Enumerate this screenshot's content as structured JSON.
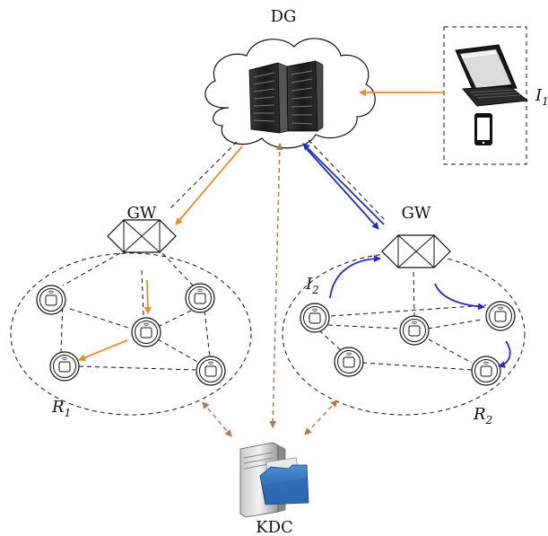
{
  "labels": {
    "dg": "DG",
    "gw_left": "GW",
    "gw_right": "GW",
    "kdc": "KDC",
    "i1_letter": "I",
    "i1_sub": "1",
    "i2_letter": "I",
    "i2_sub": "2",
    "r1_letter": "R",
    "r1_sub": "1",
    "r2_letter": "R",
    "r2_sub": "2"
  },
  "colors": {
    "orange": "#f28a1e",
    "blue": "#1f2bd6",
    "brown_dashed": "#b87a3e",
    "black": "#111111"
  },
  "icons": {
    "dg": "server-rack-icon",
    "gateway": "hexagon-gateway-icon",
    "device": "sensor-device-icon",
    "kdc": "server-folder-icon",
    "laptop": "laptop-icon",
    "phone": "smartphone-icon"
  }
}
